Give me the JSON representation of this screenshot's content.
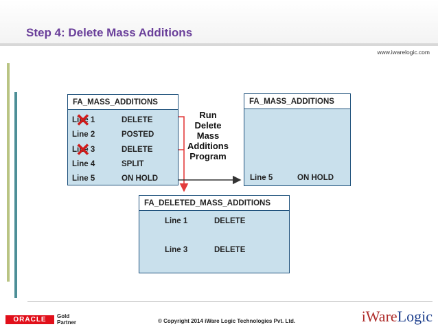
{
  "slide": {
    "title": "Step 4: Delete Mass Additions",
    "website": "www.iwarelogic.com"
  },
  "colors": {
    "title": "#6a3f9a",
    "table_fill": "#c9e0ec",
    "table_border": "#1c4f7a",
    "arrow": "#e33b3b",
    "cross": "#d01a1a",
    "accent_bar_olive": "#b9c483",
    "accent_bar_teal": "#4d8f97"
  },
  "source_table": {
    "title": "FA_MASS_ADDITIONS",
    "rows": [
      {
        "line": "Line 1",
        "status": "DELETE",
        "crossed": true
      },
      {
        "line": "Line 2",
        "status": "POSTED",
        "crossed": false
      },
      {
        "line": "Line 3",
        "status": "DELETE",
        "crossed": true
      },
      {
        "line": "Line 4",
        "status": "SPLIT",
        "crossed": false
      },
      {
        "line": "Line 5",
        "status": "ON HOLD",
        "crossed": false
      }
    ]
  },
  "program_label": [
    "Run",
    "Delete",
    "Mass",
    "Additions",
    "Program"
  ],
  "result_table": {
    "title": "FA_MASS_ADDITIONS",
    "rows": [
      {
        "line": "Line 5",
        "status": "ON HOLD"
      }
    ]
  },
  "deleted_table": {
    "title": "FA_DELETED_MASS_ADDITIONS",
    "rows": [
      {
        "line": "Line 1",
        "status": "DELETE"
      },
      {
        "line": "Line 3",
        "status": "DELETE"
      }
    ]
  },
  "footer": {
    "oracle_logo": "ORACLE",
    "partner_line1": "Gold",
    "partner_line2": "Partner",
    "copyright": "© Copyright 2014 iWare Logic Technologies Pvt. Ltd.",
    "brand_part1": "iWare",
    "brand_part2": "Logic"
  },
  "icons": {
    "cross": "cross-mark-icon",
    "arrow": "arrow-icon"
  }
}
